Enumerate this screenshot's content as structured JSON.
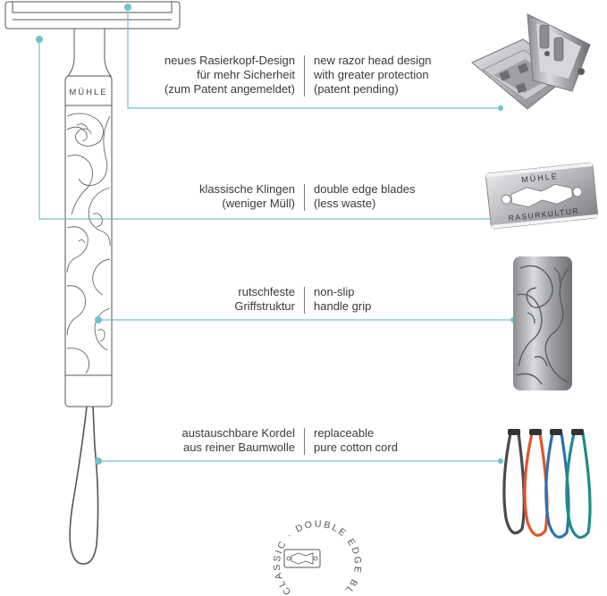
{
  "brand": "MÜHLE",
  "blade_brand": "MÜHLE",
  "blade_text": "RASURKULTUR",
  "badge_text": "CLASSIC · DOUBLE EDGE BLADE ·",
  "accent_color": "#6fc2cf",
  "features": [
    {
      "de": [
        "neues Rasierkopf-Design",
        "für mehr Sicherheit",
        "(zum Patent angemeldet)"
      ],
      "en": [
        "new razor head design",
        "with greater protection",
        "(patent pending)"
      ]
    },
    {
      "de": [
        "klassische Klingen",
        "(weniger Müll)"
      ],
      "en": [
        "double edge blades",
        "(less waste)"
      ]
    },
    {
      "de": [
        "rutschfeste",
        "Griffstruktur"
      ],
      "en": [
        "non-slip",
        "handle grip"
      ]
    },
    {
      "de": [
        "austauschbare Kordel",
        "aus reiner Baumwolle"
      ],
      "en": [
        "replaceable",
        "pure cotton cord"
      ]
    }
  ],
  "cord_colors": [
    "#4a4a4a",
    "#e0552b",
    "#2f6fb3",
    "#1f8c86"
  ]
}
